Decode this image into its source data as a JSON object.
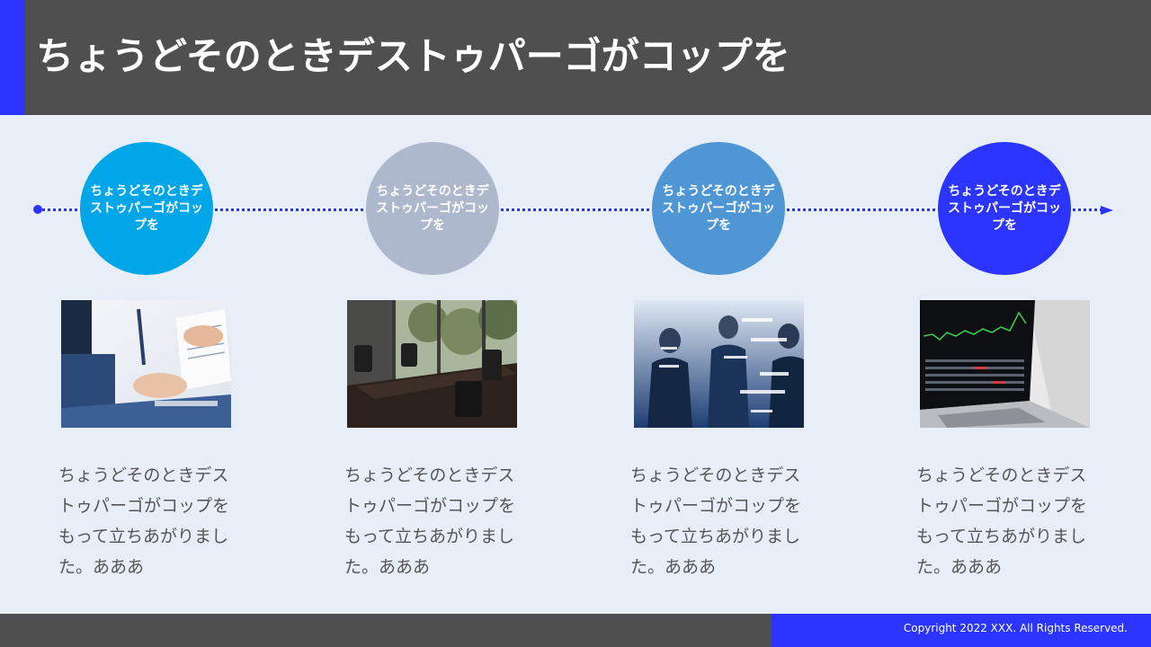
{
  "header": {
    "title": "ちょうどそのときデストゥパーゴがコップを"
  },
  "steps": [
    {
      "circle_label": "ちょうどそのときデストゥパーゴがコップを",
      "circle_color": "#00a6e8",
      "photo_subject": "business-documents-handshake",
      "description": "ちょうどそのときデストゥパーゴがコップをもって立ちあがりました。あああ"
    },
    {
      "circle_label": "ちょうどそのときデストゥパーゴがコップを",
      "circle_color": "#aeb8cc",
      "photo_subject": "conference-room-table",
      "description": "ちょうどそのときデストゥパーゴがコップをもって立ちあがりました。あああ"
    },
    {
      "circle_label": "ちょうどそのときデストゥパーゴがコップを",
      "circle_color": "#4f97d4",
      "photo_subject": "business-team-digital-overlay",
      "description": "ちょうどそのときデストゥパーゴがコップをもって立ちあがりました。あああ"
    },
    {
      "circle_label": "ちょうどそのときデストゥパーゴがコップを",
      "circle_color": "#2b35ff",
      "photo_subject": "laptop-stock-chart",
      "description": "ちょうどそのときデストゥパーゴがコップをもって立ちあがりました。あああ"
    }
  ],
  "footer": {
    "copyright": "Copyright 2022 XXX. All Rights Reserved."
  },
  "colors": {
    "accent": "#2b35ff",
    "header_bg": "#4f4f4f",
    "page_bg": "#e8eef8"
  }
}
